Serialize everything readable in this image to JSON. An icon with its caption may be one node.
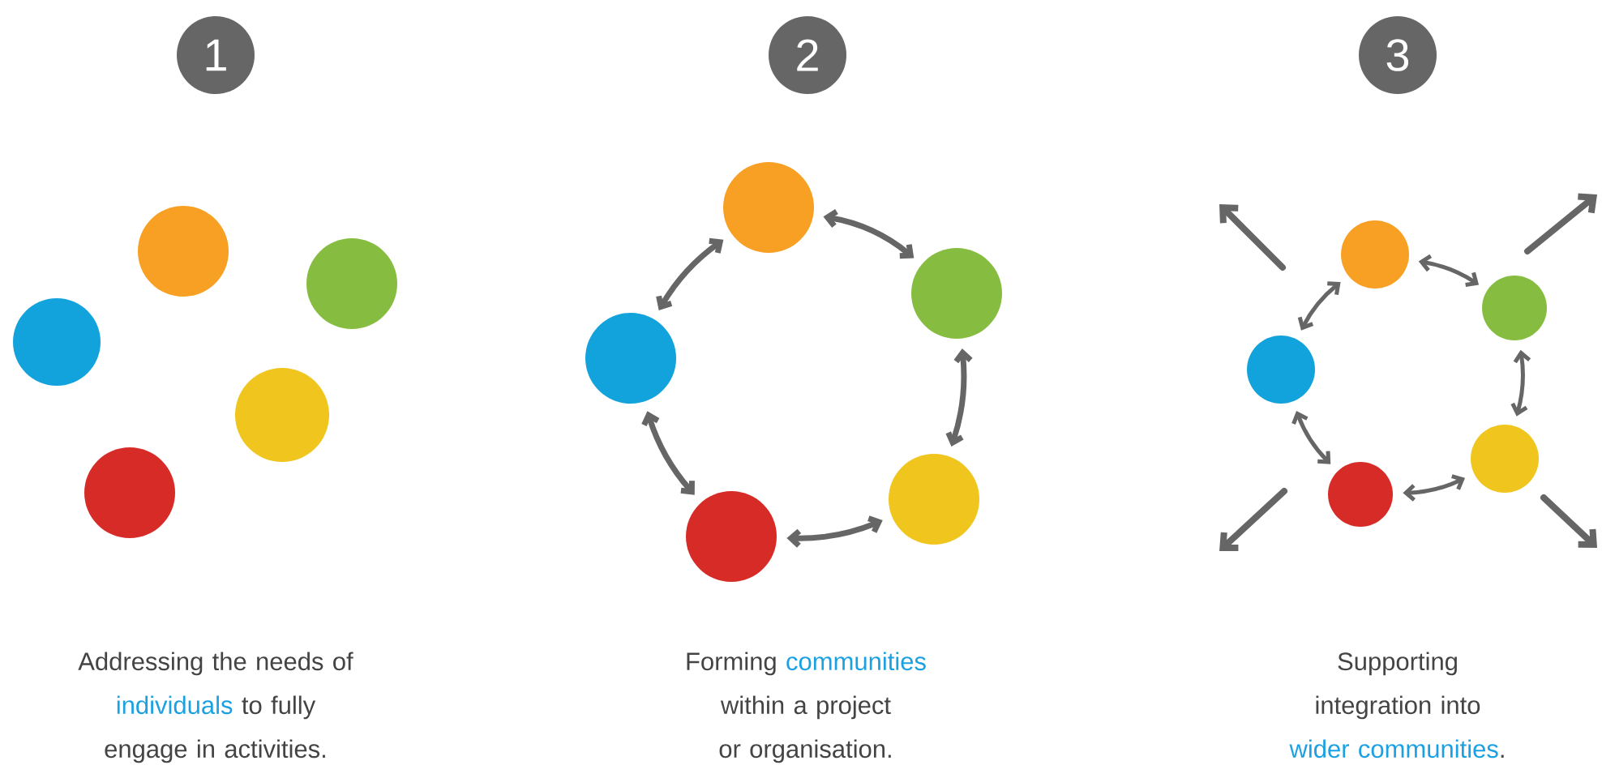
{
  "diagram": {
    "nodes": [
      {
        "text": [
          "1"
        ]
      },
      {
        "text": [],
        "shape": "circle"
      },
      {
        "text": [],
        "shape": "circle"
      },
      {
        "text": [],
        "shape": "circle"
      },
      {
        "text": [],
        "shape": "circle"
      },
      {
        "text": [],
        "shape": "circle"
      },
      {
        "text": [
          "2"
        ]
      },
      {
        "text": [],
        "shape": "circle"
      },
      {
        "text": [],
        "shape": "circle"
      },
      {
        "text": [],
        "shape": "circle"
      },
      {
        "text": [],
        "shape": "circle"
      },
      {
        "text": [],
        "shape": "circle"
      },
      {
        "text": [
          "3"
        ]
      },
      {
        "text": [],
        "shape": "circle"
      },
      {
        "text": [],
        "shape": "circle"
      },
      {
        "text": [],
        "shape": "circle"
      },
      {
        "text": [],
        "shape": "circle"
      },
      {
        "text": [],
        "shape": "circle"
      }
    ],
    "edges": [
      {
        "from": 7,
        "to": 8,
        "arrow": "both"
      },
      {
        "from": 8,
        "to": 10,
        "arrow": "both"
      },
      {
        "from": 10,
        "to": 11,
        "arrow": "both"
      },
      {
        "from": 11,
        "to": 9,
        "arrow": "both"
      },
      {
        "from": 9,
        "to": 7,
        "arrow": "both"
      },
      {
        "from": 13,
        "to": 14,
        "arrow": "both"
      },
      {
        "from": 14,
        "to": 16,
        "arrow": "both"
      },
      {
        "from": 16,
        "to": 17,
        "arrow": "both"
      },
      {
        "from": 17,
        "to": 15,
        "arrow": "both"
      },
      {
        "from": 15,
        "to": 13,
        "arrow": "both"
      }
    ],
    "labels": [
      "Addressing the needs of",
      "individuals",
      "to fully engage in activities.",
      "Forming",
      "communities",
      "within a project or organisation.",
      "Supporting integration into",
      "wider communities",
      "."
    ]
  }
}
